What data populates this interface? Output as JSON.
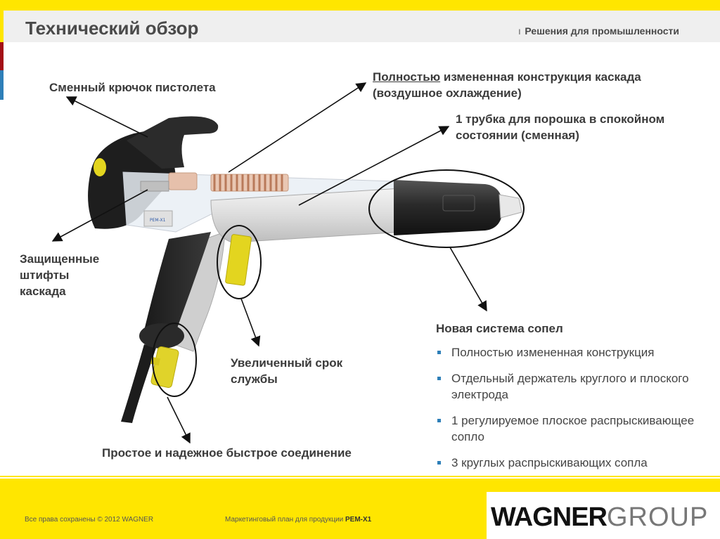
{
  "header": {
    "title": "Технический обзор",
    "separator": "I",
    "subtitle": "Решения для промышленности"
  },
  "gun": {
    "model_label": "PEM-X1"
  },
  "labels": {
    "hook": "Сменный крючок пистолета",
    "cascade_underlined": "Полностью",
    "cascade_rest": " измененная конструкция каскада",
    "cascade_line2": "(воздушное охлаждение)",
    "tube_line1": "1 трубка для порошка в спокойном",
    "tube_line2": "состоянии (сменная)",
    "pins_line1": "Защищенные",
    "pins_line2": "штифты",
    "pins_line3": "каскада",
    "service_line1": "Увеличенный срок",
    "service_line2": "службы",
    "connection": "Простое и надежное быстрое соединение",
    "nozzle_heading": "Новая система сопел"
  },
  "nozzle_features": [
    "Полностью измененная конструкция",
    "Отдельный держатель круглого и плоского электрода",
    "1 регулируемое плоское распрыскивающее сопло",
    "3 круглых распрыскивающих сопла"
  ],
  "footer": {
    "copyright": "Все права сохранены © 2012 WAGNER",
    "plan_prefix": "Маркетинговый план для продукции ",
    "plan_product": "PEM-X1",
    "logo_bold": "WAGNER",
    "logo_light": "GROUP"
  },
  "colors": {
    "brand_yellow": "#ffe600",
    "accent_red": "#a30f16",
    "accent_blue": "#2e7fb8"
  }
}
